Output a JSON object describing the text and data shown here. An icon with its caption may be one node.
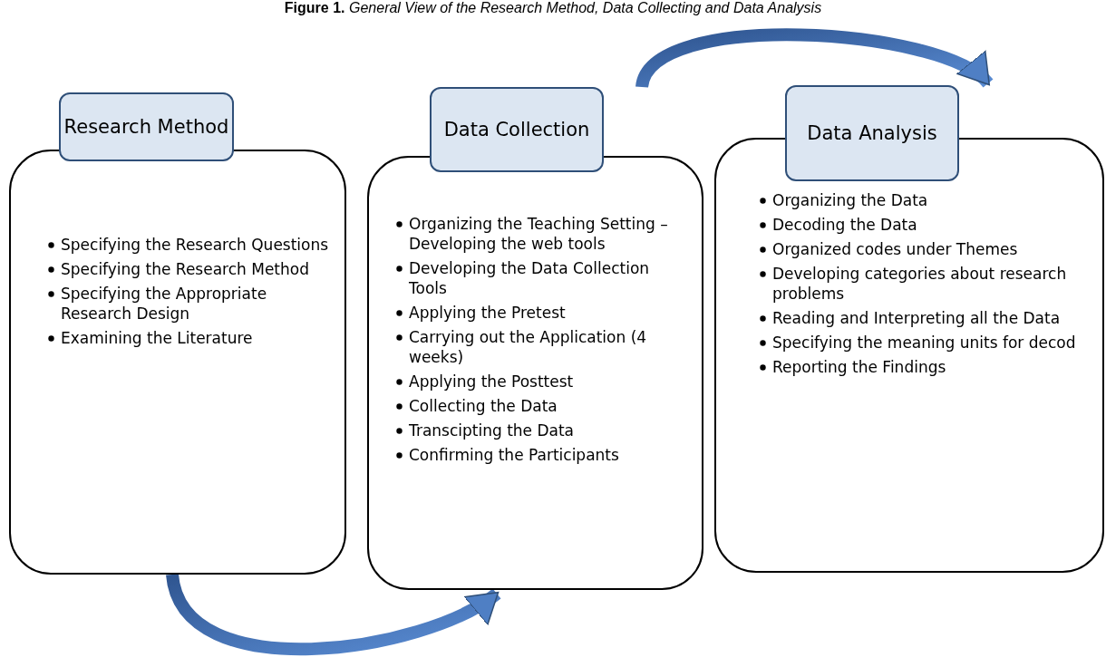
{
  "diagram": {
    "title": "**Figure 1.** *General View of the Research Method, Data Collecting and Data Analysis*",
    "nodes": [
      {
        "text": [
          "Research Method"
        ]
      },
      {
        "text": [
          "Specifying the Research Questions",
          "Specifying the Research Method",
          "Specifying the Appropriate Research Design",
          "Examining the Literature"
        ]
      },
      {
        "text": [
          "Data Collection"
        ]
      },
      {
        "text": [
          "Organizing the Teaching Setting – Developing the web tools",
          "Developing the Data Collection Tools",
          "Applying the Pretest",
          "Carrying out the Application (4 weeks)",
          "Applying the Posttest",
          "Collecting the Data",
          "Transcipting the Data",
          "Confirming the Participants"
        ]
      },
      {
        "text": [
          "Data Analysis"
        ]
      },
      {
        "text": [
          "Organizing the Data",
          "Decoding the Data",
          "Organized codes under Themes",
          "Developing categories about research problems",
          "Reading and Interpreting all the Data",
          "Specifying the meaning units for decod",
          "Reporting the Findings"
        ]
      }
    ],
    "edges": [
      {
        "from": 1,
        "to": 3,
        "arrow": "to"
      },
      {
        "from": 2,
        "to": 4,
        "arrow": "to"
      }
    ]
  }
}
